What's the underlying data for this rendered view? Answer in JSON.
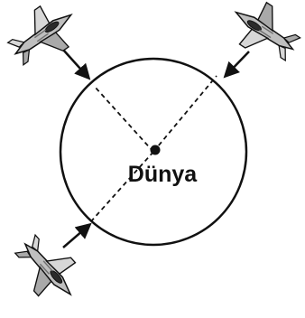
{
  "diagram": {
    "center_label": "Dünya",
    "colors": {
      "stroke": "#111111",
      "background": "#ffffff",
      "jet_light": "#d7d7d7",
      "jet_mid": "#a9a9a9",
      "jet_dark": "#6f6f6f",
      "canopy": "#2b2b2b"
    },
    "icons": [
      "fighter-jet-icon",
      "arrow-icon",
      "planet-circle",
      "center-dot"
    ]
  }
}
